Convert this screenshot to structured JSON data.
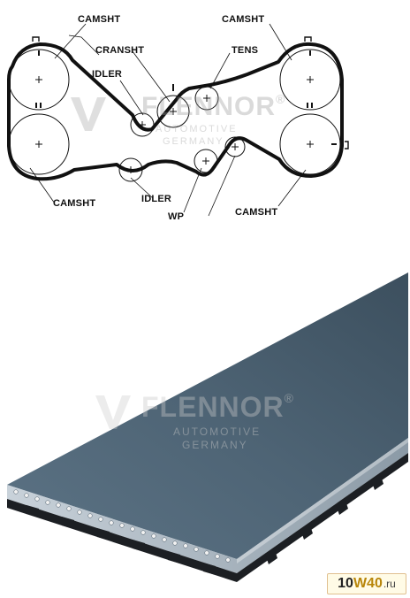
{
  "diagram": {
    "labels": {
      "camsht_top_left": "CAMSHT",
      "camsht_top_right": "CAMSHT",
      "cransht": "CRANSHT",
      "tens": "TENS",
      "idler_top": "IDLER",
      "idler_bottom": "IDLER",
      "wp": "WP",
      "camsht_bottom_left": "CAMSHT",
      "camsht_bottom_right": "CAMSHT"
    }
  },
  "watermark": {
    "brand": "FLENNOR",
    "registered": "®",
    "line1": "AUTOMOTIVE",
    "line2": "GERMANY"
  },
  "site_badge": {
    "prefix": "10",
    "accent": "W40",
    "suffix": ".ru"
  },
  "colors": {
    "belt_back": "#4f6577",
    "belt_edge": "#a9b7c3",
    "teeth": "#1b1d20",
    "line": "#111111"
  }
}
